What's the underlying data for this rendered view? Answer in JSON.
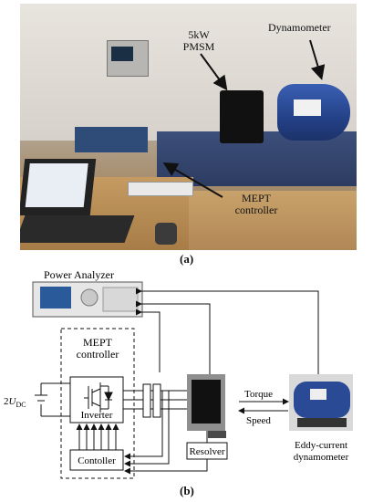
{
  "photo": {
    "label_pmsm_line1": "5kW",
    "label_pmsm_line2": "PMSM",
    "label_dynamometer": "Dynamometer",
    "label_mept_line1": "MEPT",
    "label_mept_line2": "controller"
  },
  "caption_a": "(a)",
  "diagram": {
    "power_analyzer": "Power Analyzer",
    "mept_line1": "MEPT",
    "mept_line2": "controller",
    "voltage_prefix": "2",
    "voltage_sym": "U",
    "voltage_sub": "DC",
    "inverter": "Inverter",
    "controller": "Contoller",
    "resolver": "Resolver",
    "torque": "Torque",
    "speed": "Speed",
    "dyno_line1": "Eddy-current",
    "dyno_line2": "dynamometer"
  },
  "caption_b": "(b)",
  "colors": {
    "dyno_blue": "#2a4a96",
    "bench_blue": "#2d3c61",
    "desk": "#c59b62"
  }
}
